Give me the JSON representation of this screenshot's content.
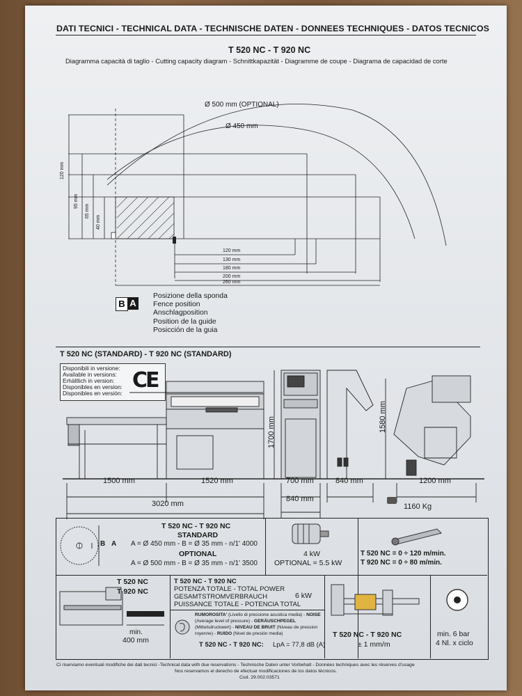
{
  "header": {
    "title": "DATI TECNICI - TECHNICAL DATA - TECHNISCHE DATEN - DONNEES TECHNIQUES - DATOS TECNICOS",
    "model": "T 520 NC - T 920 NC",
    "subtitle": "Diagramma capacità di taglio - Cutting capacity diagram - Schnittkapazität - Diagramme de coupe - Diagrama de capacidad de corte"
  },
  "diagram": {
    "d500": "Ø 500 mm (OPTIONAL)",
    "d450": "Ø 450 mm",
    "heights": [
      "120 mm",
      "95 mm",
      "65 mm",
      "40 mm"
    ],
    "widths": [
      "120 mm",
      "130 mm",
      "180 mm",
      "200 mm",
      "260 mm"
    ],
    "b_label": "B",
    "a_label": "A",
    "fence": [
      "Posizione della sponda",
      "Fence position",
      "Anschlagposition",
      "Position de la guide",
      "Posicción de la guia"
    ]
  },
  "machine": {
    "title": "T 520 NC (STANDARD) - T 920 NC (STANDARD)",
    "availability": [
      "Disponibili in versione:",
      "Available in versions:",
      "Erhältlich in version:",
      "Disponibles en version:",
      "Disponibles en versión:"
    ],
    "ce": "CE",
    "dims": {
      "d1500": "1500 mm",
      "d1520": "1520 mm",
      "d3020": "3020 mm",
      "d700": "700 mm",
      "d840a": "840 mm",
      "d840b": "840 mm",
      "d1200": "1200 mm",
      "h1700": "1700 mm",
      "h1580": "1580 mm",
      "weight": "1160 Kg"
    }
  },
  "blade": {
    "model": "T 520 NC - T 920 NC",
    "standard": "STANDARD",
    "std_spec": "A = Ø 450 mm - B = Ø 35 mm - n/1' 4000",
    "optional": "OPTIONAL",
    "opt_spec": "A = Ø 500 mm - B = Ø 35 mm - n/1' 3500",
    "b": "B",
    "a": "A"
  },
  "motor": {
    "power": "4 kW",
    "optional": "OPTIONAL = 5.5 kW"
  },
  "feed": {
    "t520": "T 520 NC = 0 ÷ 120 m/min.",
    "t920": "T 920 NC = 0 ÷ 80 m/min."
  },
  "min_length": {
    "m1": "T 520 NC",
    "m2": "T 920 NC",
    "min": "min.",
    "value": "400 mm"
  },
  "power": {
    "model": "T 520 NC - T 920 NC",
    "lines": [
      "POTENZA TOTALE - TOTAL POWER",
      "GESAMTSTROMVERBRAUCH",
      "PUISSANCE TOTALE - POTENCIA TOTAL"
    ],
    "value": "6 kW"
  },
  "noise": {
    "line1_b": "RUMOROSITA'",
    "line1": " (Livello di pressione acustica media) - ",
    "line1_b2": "NOISE",
    "line2": "(Average level of pressure) - ",
    "line2_b": "GERÄUSCHPEGEL",
    "line3": "(Mittelsdruckwert) - ",
    "line3_b": "NIVEAU DE BRUIT",
    "line3_end": " (Niveau de pression",
    "line4": "royenne) - ",
    "line4_b": "RUIDO",
    "line4_end": " (Nivel de presión media)",
    "value_label": "T 520 NC - T 920 NC:",
    "value": "LpA = 77,8 dB (A)"
  },
  "precision": {
    "model": "T 520 NC - T 920 NC",
    "value": "± 1 mm/m"
  },
  "air": {
    "pressure": "min. 6 bar",
    "consumption": "4 Nl. x ciclo"
  },
  "footer": {
    "line1": "Ci riserviamo eventuali modifiche dei dati tecnici -Technical data with due reservations - Technische Daten unter Vorbehalt - Données techniques avec les réserves d'usage",
    "line2": "Nos reservamos el derecho de efectuar modificaciones de los datos técnicos.",
    "code": "Cod. 29.002.03571"
  },
  "colors": {
    "ink": "#1a1a1a",
    "paper": "#e3e6ea"
  }
}
